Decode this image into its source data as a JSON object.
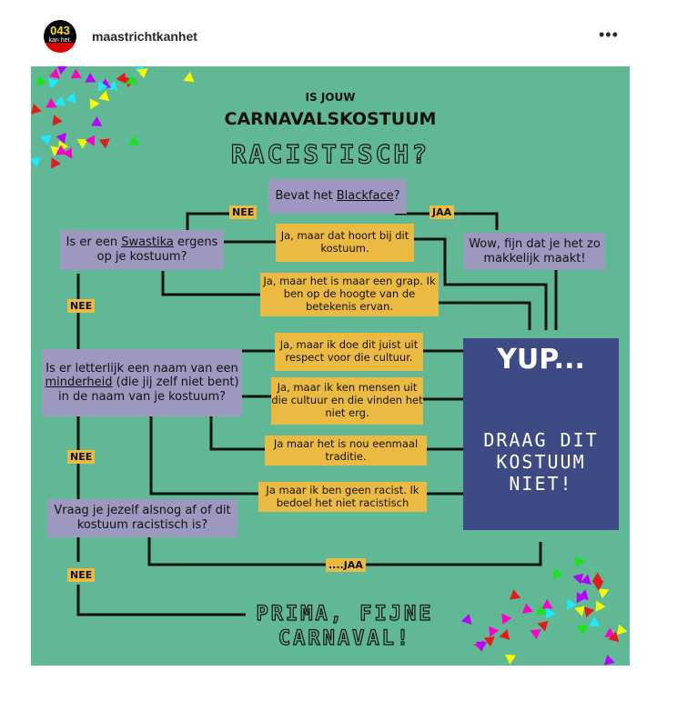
{
  "header": {
    "avatar_top": "043",
    "avatar_bottom": "kan het.",
    "username": "maastrichtkanhet",
    "more": "•••"
  },
  "title": {
    "line1": "IS JOUW",
    "line2": "CARNAVALSKOSTUUM",
    "line3": "RACISTISCH?"
  },
  "q1": {
    "pre": "Bevat het ",
    "link": "Blackface",
    "post": "?"
  },
  "q2": {
    "pre": "Is er een ",
    "link": "Swastika",
    "post": " ergens op je kostuum?"
  },
  "q3": {
    "pre": "Is er letterlijk een naam van een ",
    "link": "minderheid",
    "post": " (die jij zelf niet bent) in de naam van je kostuum?"
  },
  "q4": "Vraag je jezelf alsnog af of dit kostuum racistisch is?",
  "wow": "Wow, fijn dat je het zo makkelijk maakt!",
  "excuses": [
    "Ja, maar dat hoort bij dit kostuum.",
    "Ja, maar het is maar een grap. Ik ben op de hoogte van de betekenis ervan.",
    "Ja, maar ik doe dit juist uit respect voor die cultuur.",
    "Ja, maar ik ken mensen uit die cultuur en die vinden het niet erg.",
    "Ja maar het is nou eenmaal traditie.",
    "Ja maar ik ben geen racist. Ik bedoel het niet racistisch"
  ],
  "labels": {
    "nee": "NEE",
    "jaa": "JAA",
    "jaa2": "....JAA"
  },
  "yup": {
    "title": "YUP...",
    "text": "DRAAG DIT KOSTUUM NIET!"
  },
  "end": {
    "line1": "PRIMA, FIJNE",
    "line2": "CARNAVAL!"
  },
  "colors": {
    "green": "#61b894",
    "purple": "#9c98c0",
    "yellow": "#eaba42",
    "navy": "#3e4a83"
  }
}
